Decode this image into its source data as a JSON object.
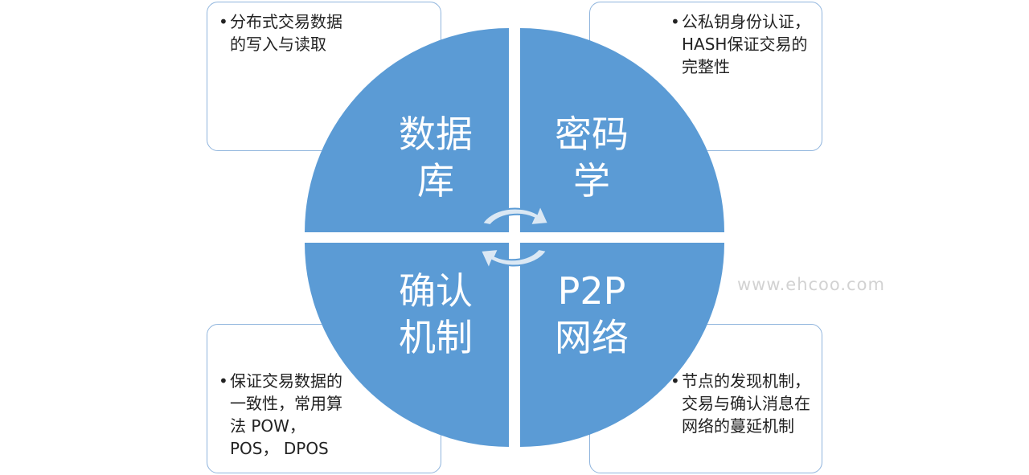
{
  "quadrants": {
    "database": {
      "label": "数据库",
      "lines": [
        "数据",
        "库"
      ]
    },
    "cryptography": {
      "label": "密码学",
      "lines": [
        "密码",
        "学"
      ]
    },
    "consensus": {
      "label": "确认机制",
      "lines": [
        "确认",
        "机制"
      ]
    },
    "p2p": {
      "label": "P2P网络",
      "lines": [
        "P2P",
        "网络"
      ]
    }
  },
  "boxes": {
    "database": "分布式交易数据的写入与读取",
    "cryptography": "公私钥身份认证，HASH保证交易的完整性",
    "consensus": "保证交易数据的一致性，常用算法 POW， POS， DPOS",
    "p2p": "节点的发现机制，交易与确认消息在网络的蔓延机制"
  },
  "bullet": "•",
  "watermark": "www.ehcoo.com",
  "colors": {
    "quadrant_fill": "#5b9bd5",
    "box_border": "#8fb4dd",
    "arrow_fill": "#dbe8f4",
    "arrow_stroke": "#5b9bd5"
  },
  "icons": [
    "cycle-arrow-icon"
  ]
}
